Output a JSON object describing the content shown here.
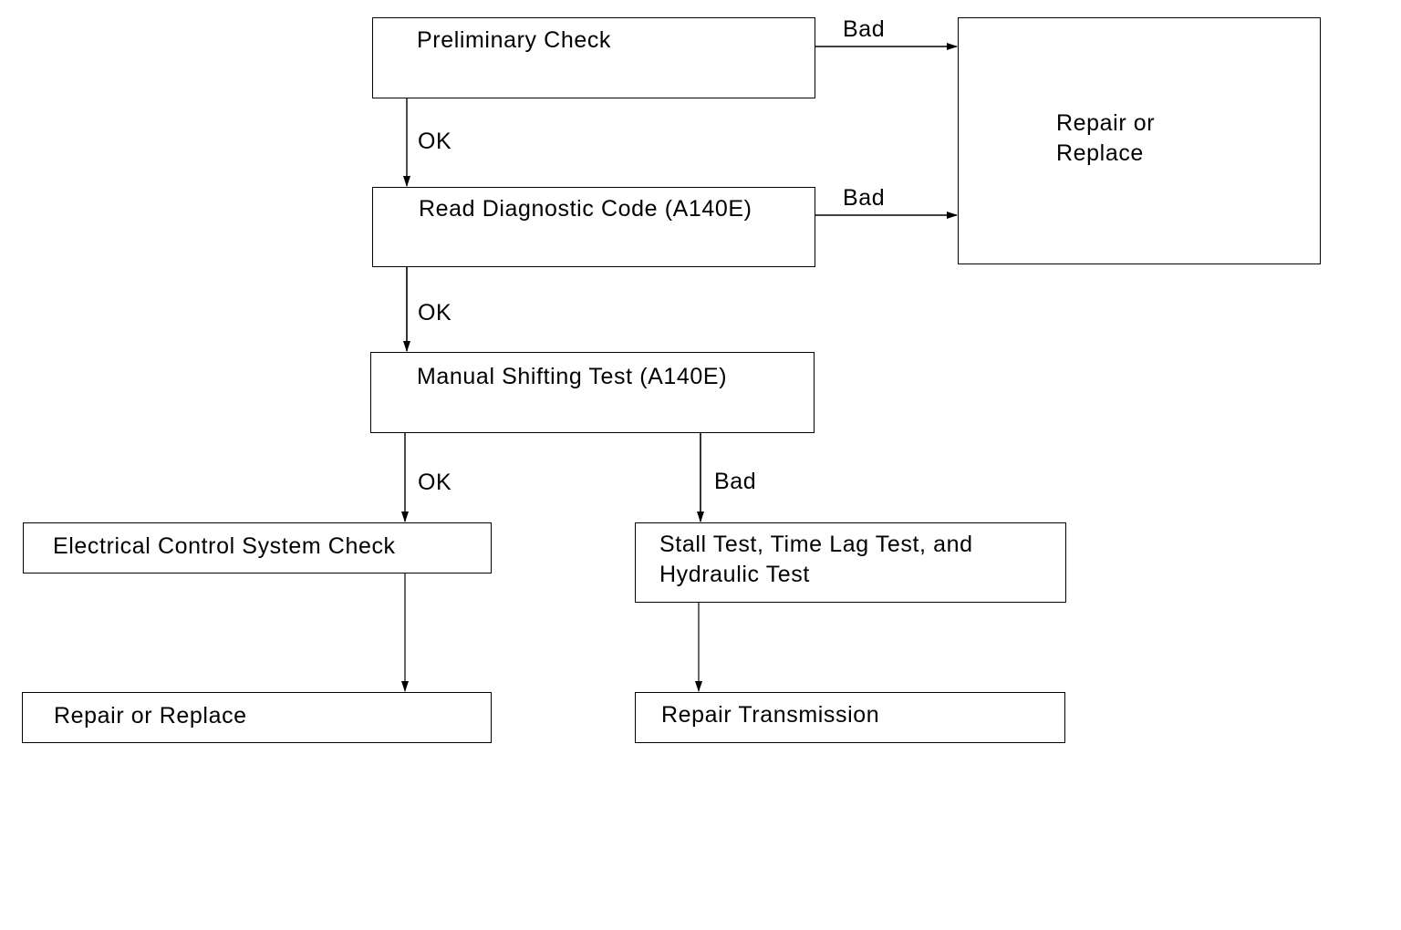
{
  "diagram": {
    "nodes": {
      "preliminary_check": "Preliminary Check",
      "read_diagnostic_code": "Read Diagnostic Code (A140E)",
      "manual_shifting_test": "Manual Shifting Test (A140E)",
      "electrical_control_system_check": "Electrical Control System Check",
      "stall_time_lag_hydraulic_test": "Stall Test, Time Lag Test, and\nHydraulic Test",
      "repair_or_replace_left": "Repair or Replace",
      "repair_transmission": "Repair Transmission",
      "repair_or_replace_right": "Repair or\nReplace"
    },
    "edges": {
      "prelim_bad": "Bad",
      "prelim_ok": "OK",
      "diag_bad": "Bad",
      "diag_ok": "OK",
      "manual_ok": "OK",
      "manual_bad": "Bad"
    }
  }
}
